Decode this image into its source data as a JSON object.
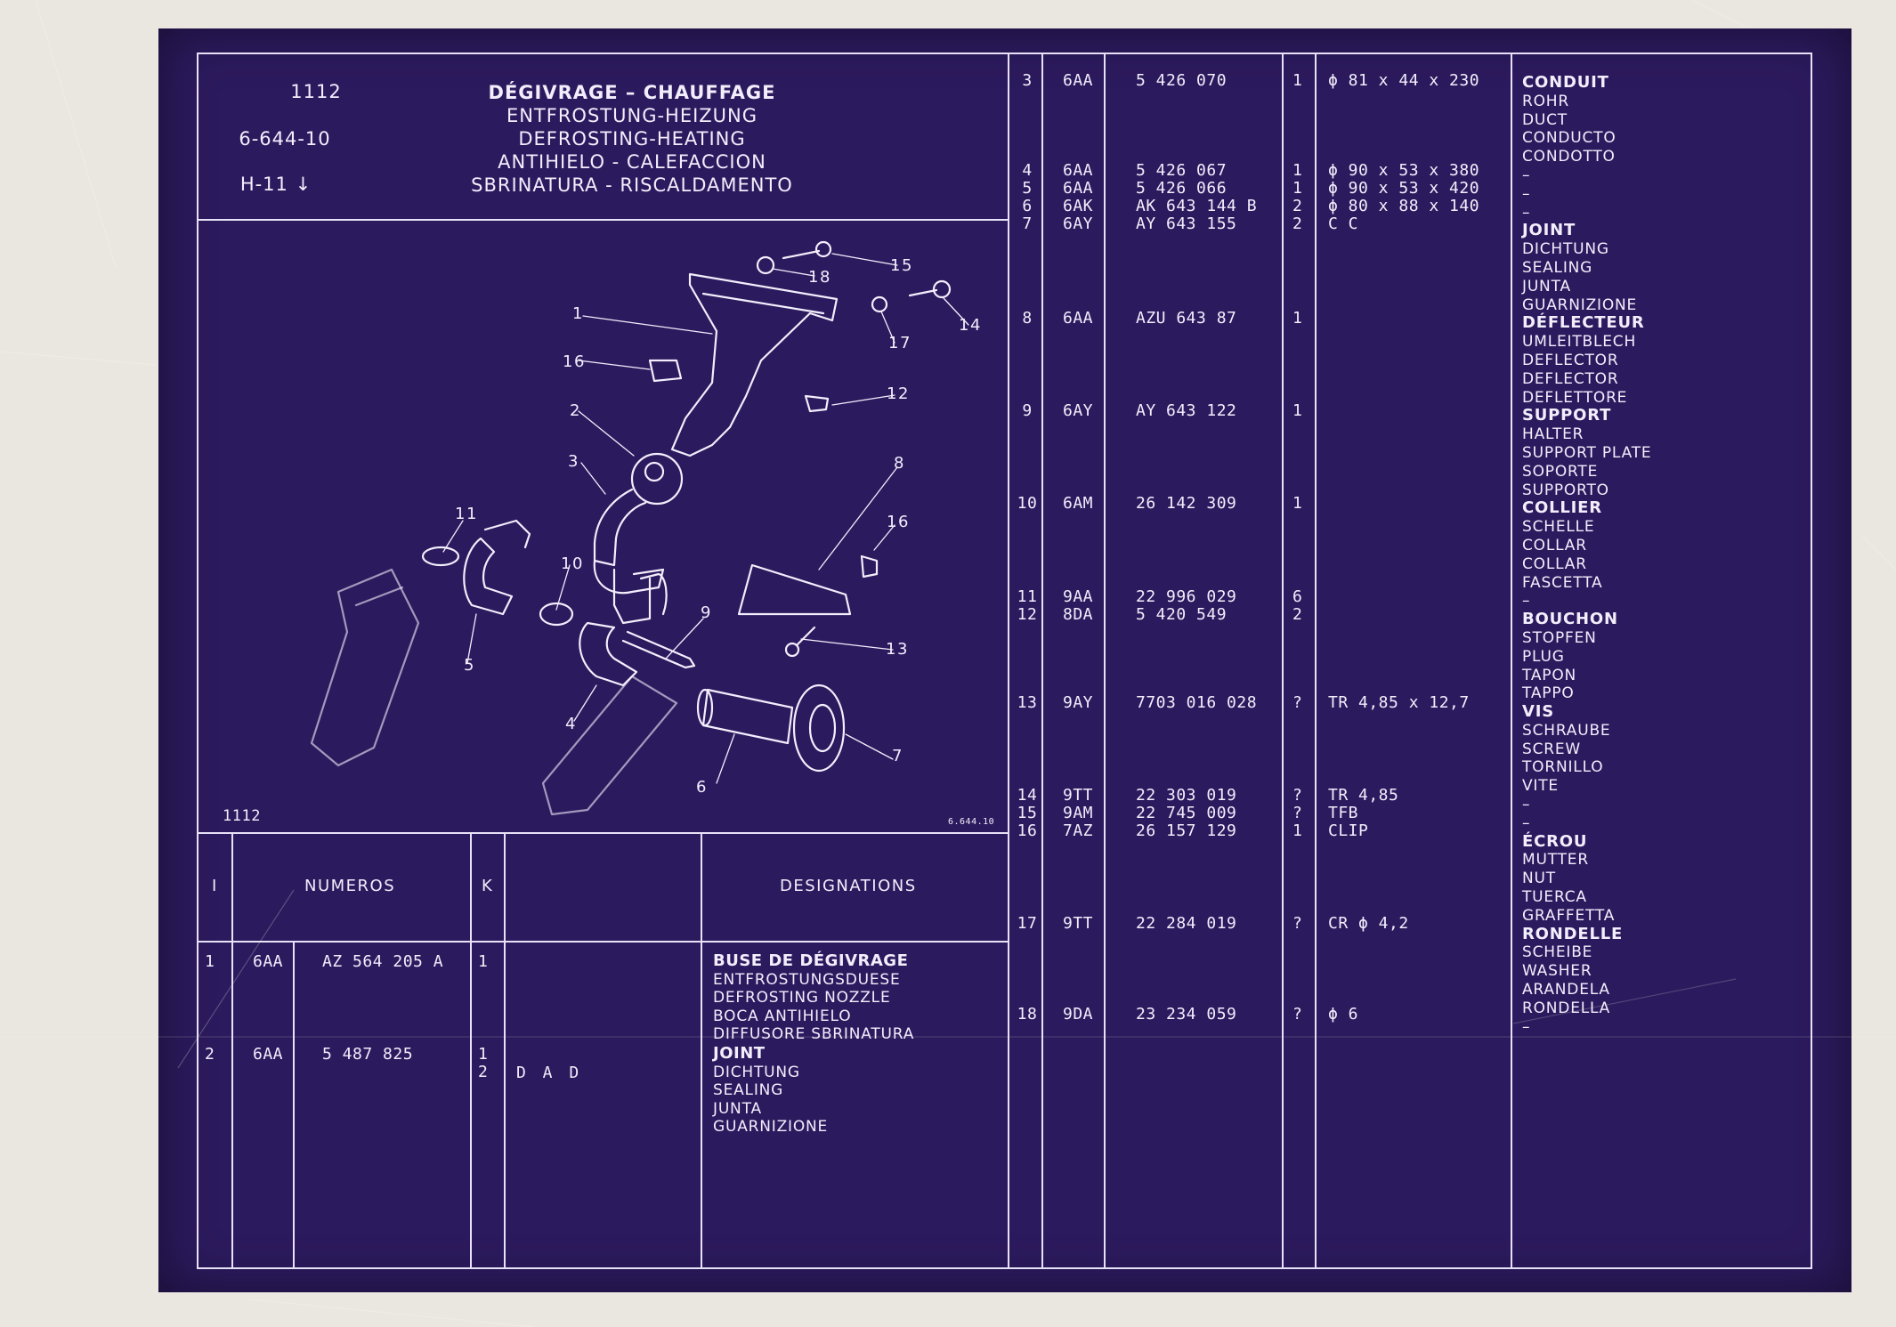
{
  "header": {
    "left": [
      "1112",
      "6-644-10",
      "H-11 ↓"
    ],
    "title": "DÉGIVRAGE – CHAUFFAGE",
    "subtitles": [
      "ENTFROSTUNG-HEIZUNG",
      "DEFROSTING-HEATING",
      "ANTIHIELO - CALEFACCION",
      "SBRINATURA - RISCALDAMENTO"
    ]
  },
  "diagram": {
    "model_label": "1112",
    "ref_label": "6.644.10",
    "callouts": [
      "1",
      "2",
      "3",
      "4",
      "5",
      "6",
      "7",
      "8",
      "9",
      "10",
      "11",
      "12",
      "13",
      "14",
      "15",
      "16",
      "16",
      "17",
      "18"
    ]
  },
  "columns": {
    "i": "I",
    "numeros": "NUMEROS",
    "k": "K",
    "designations": "DESIGNATIONS"
  },
  "left_rows": [
    {
      "i": "1",
      "code": "6AA",
      "num": "AZ 564 205 A",
      "k": "1",
      "dim": "",
      "names": [
        "BUSE DE DÉGIVRAGE",
        "ENTFROSTUNGSDUESE",
        "DEFROSTING NOZZLE",
        "BOCA ANTIHIELO",
        "DIFFUSORE SBRINATURA"
      ]
    },
    {
      "i": "2",
      "code": "6AA",
      "num": "5 487 825",
      "k": "1\n2",
      "dim": "D A D",
      "names": [
        "JOINT",
        "DICHTUNG",
        "SEALING",
        "JUNTA",
        "GUARNIZIONE"
      ]
    }
  ],
  "right_rows": [
    {
      "i": "3",
      "code": "6AA",
      "num": "5 426 070",
      "k": "1",
      "dim": "ϕ 81 x 44 x 230"
    },
    {
      "i": "4",
      "code": "6AA",
      "num": "5 426 067",
      "k": "1",
      "dim": "ϕ 90 x 53 x 380"
    },
    {
      "i": "5",
      "code": "6AA",
      "num": "5 426 066",
      "k": "1",
      "dim": "ϕ 90 x 53 x 420"
    },
    {
      "i": "6",
      "code": "6AK",
      "num": "AK 643 144 B",
      "k": "2",
      "dim": "ϕ 80 x 88 x 140"
    },
    {
      "i": "7",
      "code": "6AY",
      "num": "AY 643 155",
      "k": "2",
      "dim": "C C"
    },
    {
      "i": "8",
      "code": "6AA",
      "num": "AZU 643 87",
      "k": "1",
      "dim": ""
    },
    {
      "i": "9",
      "code": "6AY",
      "num": "AY 643 122",
      "k": "1",
      "dim": ""
    },
    {
      "i": "10",
      "code": "6AM",
      "num": "26 142 309",
      "k": "1",
      "dim": ""
    },
    {
      "i": "11",
      "code": "9AA",
      "num": "22 996 029",
      "k": "6",
      "dim": ""
    },
    {
      "i": "12",
      "code": "8DA",
      "num": "5 420 549",
      "k": "2",
      "dim": ""
    },
    {
      "i": "13",
      "code": "9AY",
      "num": "7703 016 028",
      "k": "?",
      "dim": "TR 4,85 x 12,7"
    },
    {
      "i": "14",
      "code": "9TT",
      "num": "22 303 019",
      "k": "?",
      "dim": "TR 4,85"
    },
    {
      "i": "15",
      "code": "9AM",
      "num": "22 745 009",
      "k": "?",
      "dim": "TFB"
    },
    {
      "i": "16",
      "code": "7AZ",
      "num": "26 157 129",
      "k": "1",
      "dim": "CLIP"
    },
    {
      "i": "17",
      "code": "9TT",
      "num": "22 284 019",
      "k": "?",
      "dim": "CR ϕ 4,2"
    },
    {
      "i": "18",
      "code": "9DA",
      "num": "23 234 059",
      "k": "?",
      "dim": "ϕ 6"
    }
  ],
  "designations": [
    {
      "text": "CONDUIT",
      "bold": true
    },
    {
      "text": "ROHR",
      "bold": false
    },
    {
      "text": "DUCT",
      "bold": false
    },
    {
      "text": "CONDUCTO",
      "bold": false
    },
    {
      "text": "CONDOTTO",
      "bold": false
    },
    {
      "text": "–",
      "bold": false
    },
    {
      "text": "–",
      "bold": false
    },
    {
      "text": "–",
      "bold": false
    },
    {
      "text": "JOINT",
      "bold": true
    },
    {
      "text": "DICHTUNG",
      "bold": false
    },
    {
      "text": "SEALING",
      "bold": false
    },
    {
      "text": "JUNTA",
      "bold": false
    },
    {
      "text": "GUARNIZIONE",
      "bold": false
    },
    {
      "text": "DÉFLECTEUR",
      "bold": true
    },
    {
      "text": "UMLEITBLECH",
      "bold": false
    },
    {
      "text": "DEFLECTOR",
      "bold": false
    },
    {
      "text": "DEFLECTOR",
      "bold": false
    },
    {
      "text": "DEFLETTORE",
      "bold": false
    },
    {
      "text": "SUPPORT",
      "bold": true
    },
    {
      "text": "HALTER",
      "bold": false
    },
    {
      "text": "SUPPORT PLATE",
      "bold": false
    },
    {
      "text": "SOPORTE",
      "bold": false
    },
    {
      "text": "SUPPORTO",
      "bold": false
    },
    {
      "text": "COLLIER",
      "bold": true
    },
    {
      "text": "SCHELLE",
      "bold": false
    },
    {
      "text": "COLLAR",
      "bold": false
    },
    {
      "text": "COLLAR",
      "bold": false
    },
    {
      "text": "FASCETTA",
      "bold": false
    },
    {
      "text": "–",
      "bold": false
    },
    {
      "text": "BOUCHON",
      "bold": true
    },
    {
      "text": "STOPFEN",
      "bold": false
    },
    {
      "text": "PLUG",
      "bold": false
    },
    {
      "text": "TAPON",
      "bold": false
    },
    {
      "text": "TAPPO",
      "bold": false
    },
    {
      "text": "VIS",
      "bold": true
    },
    {
      "text": "SCHRAUBE",
      "bold": false
    },
    {
      "text": "SCREW",
      "bold": false
    },
    {
      "text": "TORNILLO",
      "bold": false
    },
    {
      "text": "VITE",
      "bold": false
    },
    {
      "text": "–",
      "bold": false
    },
    {
      "text": "–",
      "bold": false
    },
    {
      "text": "ÉCROU",
      "bold": true
    },
    {
      "text": "MUTTER",
      "bold": false
    },
    {
      "text": "NUT",
      "bold": false
    },
    {
      "text": "TUERCA",
      "bold": false
    },
    {
      "text": "GRAFFETTA",
      "bold": false
    },
    {
      "text": "RONDELLE",
      "bold": true
    },
    {
      "text": "SCHEIBE",
      "bold": false
    },
    {
      "text": "WASHER",
      "bold": false
    },
    {
      "text": "ARANDELA",
      "bold": false
    },
    {
      "text": "RONDELLA",
      "bold": false
    },
    {
      "text": "–",
      "bold": false
    }
  ]
}
